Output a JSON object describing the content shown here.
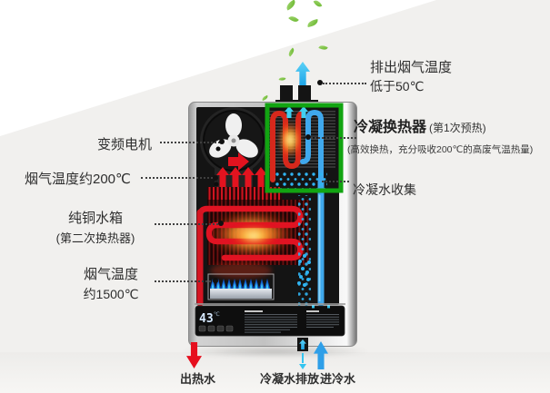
{
  "annotations": {
    "exhaust": {
      "title": "排出烟气温度",
      "sub": "低于50℃"
    },
    "condenser": {
      "title": "冷凝换热器",
      "stage": "(第1次预热)",
      "note": "(高效换热，充分吸收200℃的高废气温热量)"
    },
    "condensate_collect": "冷凝水收集",
    "motor": "变频电机",
    "flue_mid": "烟气温度约200℃",
    "tank": {
      "title": "纯铜水箱",
      "sub": "(第二次换热器)"
    },
    "flue_burner": {
      "title": "烟气温度",
      "sub": "约1500℃"
    },
    "hot_out": "出热水",
    "condensate_drain": "冷凝水排放",
    "cold_in": "进冷水"
  },
  "device": {
    "display_value": "43",
    "display_unit": "℃"
  },
  "colors": {
    "highlight_box": "#12a412",
    "hot_red": "#e3131f",
    "water_blue": "#3fa8ec",
    "condensate_cyan": "#35c5f0",
    "leaf_green": "#7cc342",
    "flame_blue": "#1058c8"
  }
}
